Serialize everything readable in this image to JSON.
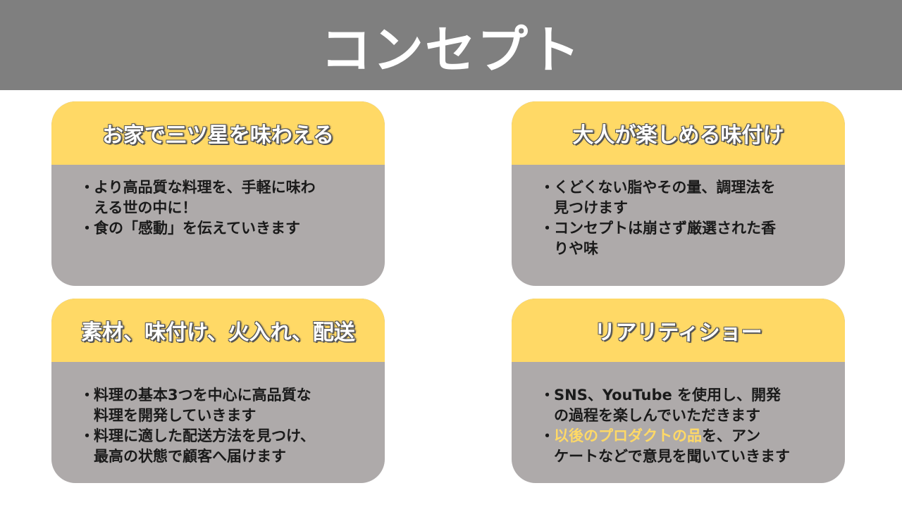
{
  "title": "コンセプト",
  "colors": {
    "title_bar": "#7f7f7f",
    "card_header": "#ffd966",
    "card_body": "#aeaaaa",
    "highlight": "#ffd966"
  },
  "cards": [
    {
      "heading": "お家で三ツ星を味わえる",
      "bullets": [
        {
          "line1": "より高品質な料理を、手軽に味わ",
          "line2": "える世の中に！"
        },
        {
          "line1": "食の「感動」を伝えていきます",
          "line2": ""
        }
      ]
    },
    {
      "heading": "大人が楽しめる味付け",
      "bullets": [
        {
          "line1": "くどくない脂やその量、調理法を",
          "line2": "見つけます"
        },
        {
          "line1": "コンセプトは崩さず厳選された香",
          "line2": "りや味"
        }
      ]
    },
    {
      "heading": "素材、味付け、火入れ、配送",
      "bullets": [
        {
          "line1": "料理の基本3つを中心に高品質な",
          "line2": "料理を開発していきます"
        },
        {
          "line1": "料理に適した配送方法を見つけ、",
          "line2": "最高の状態で顧客へ届けます"
        }
      ]
    },
    {
      "heading": "リアリティショー",
      "bullets": [
        {
          "line1": "SNS、YouTube を使用し、開発",
          "line2": "の過程を楽しんでいただきます"
        },
        {
          "line1_highlight": "以後のプロダクトの品",
          "line1_rest": "を、アン",
          "line2": "ケートなどで意見を聞いていきます"
        }
      ]
    }
  ],
  "bullet_marker": "・"
}
